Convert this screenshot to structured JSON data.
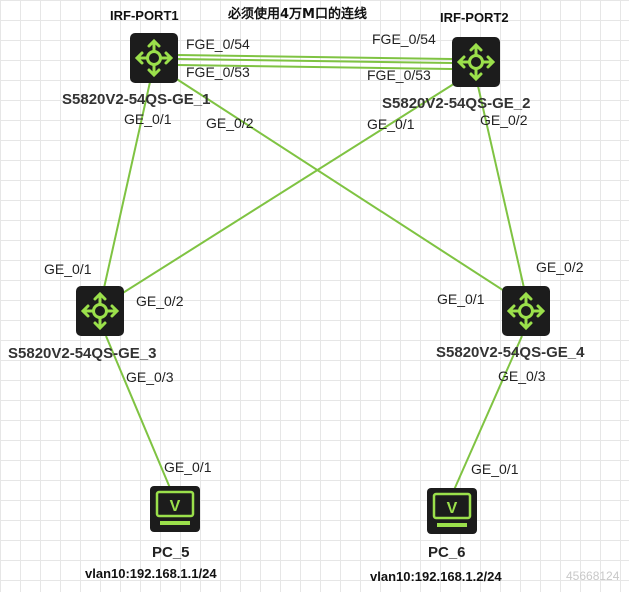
{
  "header": {
    "port1": "IRF-PORT1",
    "note": "必须使用4万M口的连线",
    "port2": "IRF-PORT2"
  },
  "switches": [
    {
      "name": "S5820V2-54QS-GE_1",
      "icon": "switch-icon"
    },
    {
      "name": "S5820V2-54QS-GE_2",
      "icon": "switch-icon"
    },
    {
      "name": "S5820V2-54QS-GE_3",
      "icon": "switch-icon"
    },
    {
      "name": "S5820V2-54QS-GE_4",
      "icon": "switch-icon"
    }
  ],
  "pcs": [
    {
      "name": "PC_5",
      "ip": "vlan10:192.168.1.1/24",
      "icon": "monitor-icon",
      "glyph": "V"
    },
    {
      "name": "PC_6",
      "ip": "vlan10:192.168.1.2/24",
      "icon": "monitor-icon",
      "glyph": "V"
    }
  ],
  "ports": {
    "sw1_fge54": "FGE_0/54",
    "sw1_fge53": "FGE_0/53",
    "sw2_fge54": "FGE_0/54",
    "sw2_fge53": "FGE_0/53",
    "sw1_ge1": "GE_0/1",
    "sw1_ge2": "GE_0/2",
    "sw2_ge1": "GE_0/1",
    "sw2_ge2": "GE_0/2",
    "sw3_ge1": "GE_0/1",
    "sw3_ge2": "GE_0/2",
    "sw3_ge3": "GE_0/3",
    "sw4_ge1": "GE_0/1",
    "sw4_ge2": "GE_0/2",
    "sw4_ge3": "GE_0/3",
    "pc5_ge1": "GE_0/1",
    "pc6_ge1": "GE_0/1"
  },
  "watermark": "45668124",
  "colors": {
    "link": "#7fc342",
    "device": "#1c1c1c",
    "accent": "#9be04b"
  }
}
